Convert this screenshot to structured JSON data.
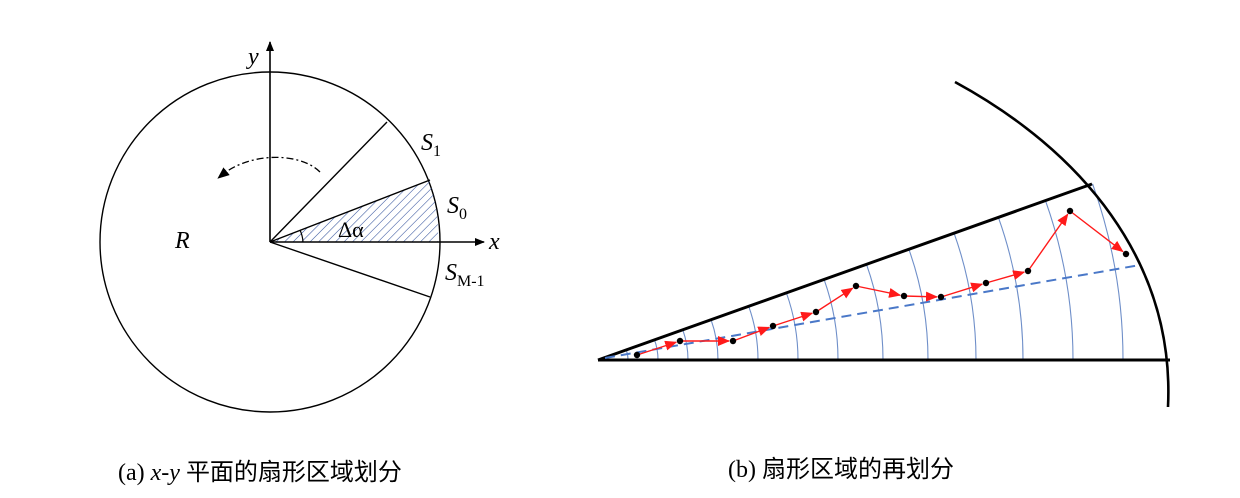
{
  "panel_a": {
    "axis_x_label": "x",
    "axis_y_label": "y",
    "radius_label": "R",
    "angle_label": "Δα",
    "sector_s1_label": "S",
    "sector_s1_sub": "1",
    "sector_s0_label": "S",
    "sector_s0_sub": "0",
    "sector_sm1_label": "S",
    "sector_sm1_sub": "M-1",
    "caption_prefix": "(a) ",
    "caption_italic": "x-y",
    "caption_rest": " 平面的扇形区域划分"
  },
  "panel_b": {
    "caption": "(b)  扇形区域的再划分"
  },
  "colors": {
    "ink": "#000000",
    "hatch": "#2f4f9a",
    "arc_lines": "#6f8fc9",
    "dashed_line": "#4a78c8",
    "arrow": "#ff1a1a"
  }
}
